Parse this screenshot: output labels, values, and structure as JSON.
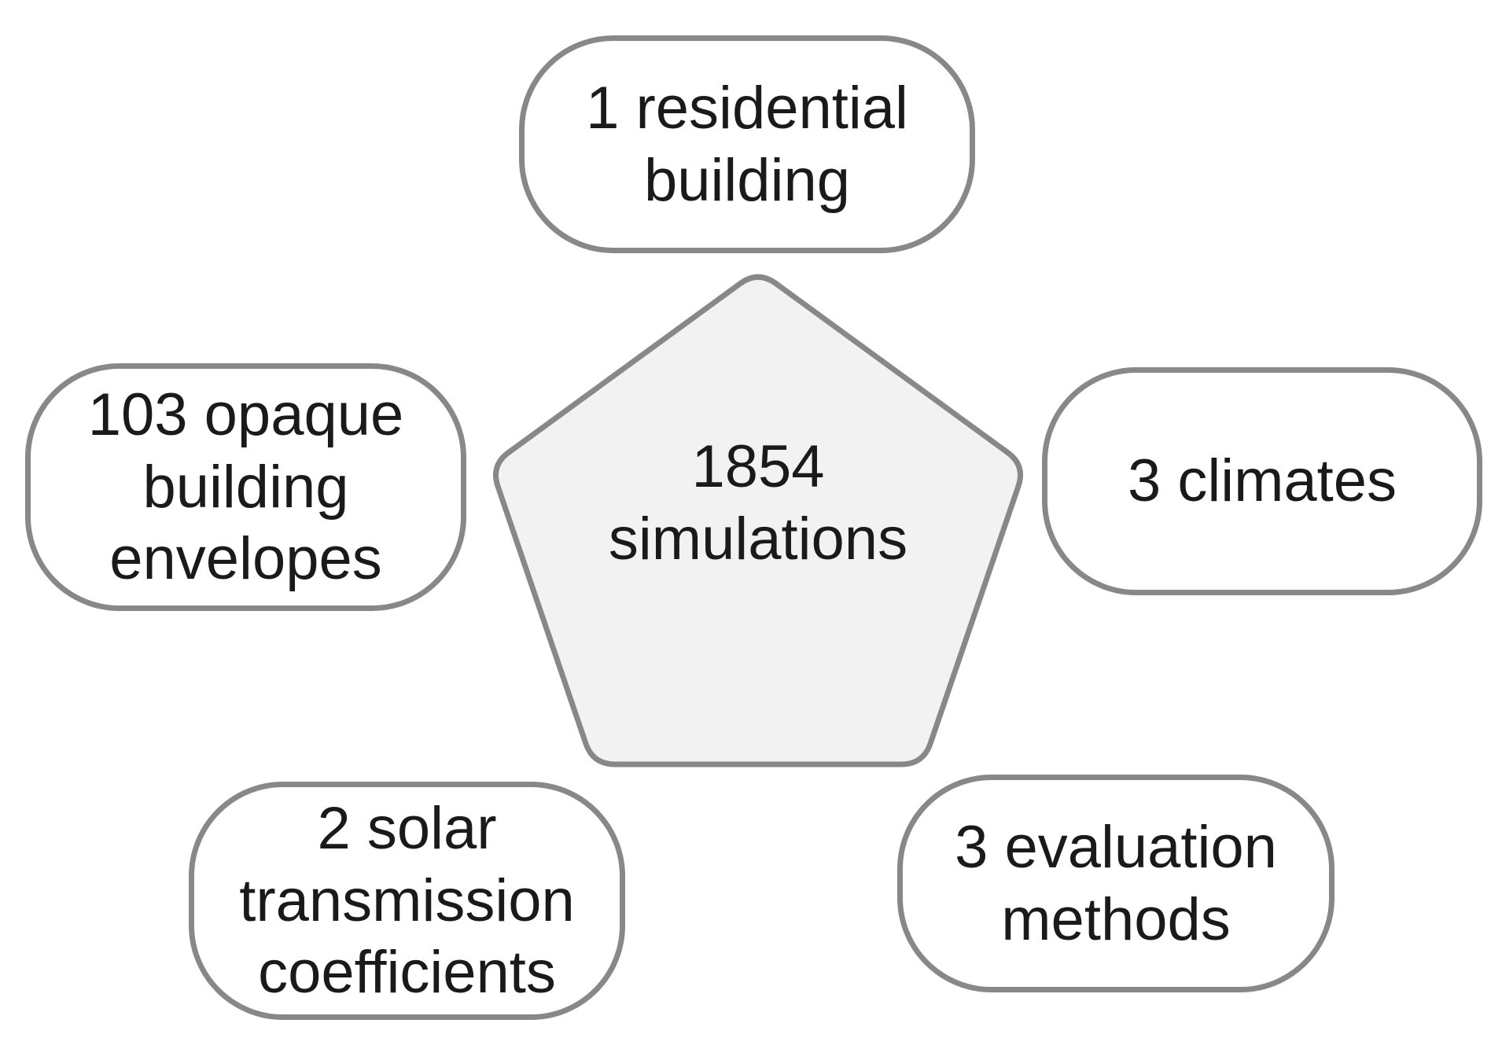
{
  "figure": {
    "background_color": "#ffffff",
    "stroke_color": "#888888",
    "text_color": "#1a1a1a",
    "pentagon": {
      "fill_color": "#f2f2f2",
      "lines": [
        "1854",
        "simulations"
      ]
    },
    "nodes": [
      {
        "id": "residential-building",
        "lines": [
          "1 residential",
          "building"
        ]
      },
      {
        "id": "opaque-building-envelopes",
        "lines": [
          "103 opaque",
          "building",
          "envelopes"
        ]
      },
      {
        "id": "climates",
        "lines": [
          "3 climates"
        ]
      },
      {
        "id": "solar-transmission-coefficients",
        "lines": [
          "2 solar",
          "transmission",
          "coefficients"
        ]
      },
      {
        "id": "evaluation-methods",
        "lines": [
          "3 evaluation",
          "methods"
        ]
      }
    ]
  }
}
